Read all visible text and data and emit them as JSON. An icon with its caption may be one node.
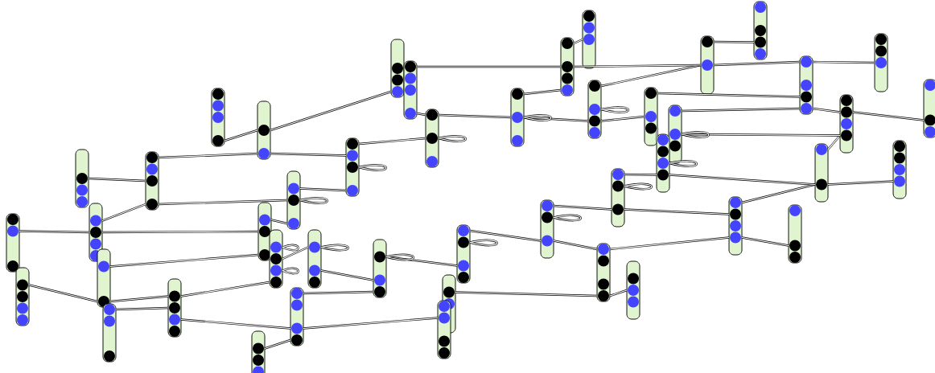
{
  "diagram": {
    "nodes": [
      {
        "text": [],
        "shape": "bar"
      },
      {
        "text": [],
        "shape": "bar"
      },
      {
        "text": [],
        "shape": "bar"
      },
      {
        "text": [],
        "shape": "bar"
      },
      {
        "text": [],
        "shape": "bar"
      },
      {
        "text": [],
        "shape": "bar"
      },
      {
        "text": [],
        "shape": "bar"
      },
      {
        "text": [],
        "shape": "bar"
      },
      {
        "text": [],
        "shape": "bar"
      },
      {
        "text": [],
        "shape": "bar"
      },
      {
        "text": [],
        "shape": "bar"
      },
      {
        "text": [],
        "shape": "bar"
      },
      {
        "text": [],
        "shape": "bar"
      },
      {
        "text": [],
        "shape": "bar"
      },
      {
        "text": [],
        "shape": "bar"
      },
      {
        "text": [],
        "shape": "bar"
      },
      {
        "text": [],
        "shape": "bar"
      },
      {
        "text": [],
        "shape": "bar"
      },
      {
        "text": [],
        "shape": "bar"
      },
      {
        "text": [],
        "shape": "bar"
      },
      {
        "text": [],
        "shape": "bar"
      },
      {
        "text": [],
        "shape": "bar"
      },
      {
        "text": [],
        "shape": "bar"
      },
      {
        "text": [],
        "shape": "bar"
      },
      {
        "text": [],
        "shape": "bar"
      },
      {
        "text": [],
        "shape": "bar"
      },
      {
        "text": [],
        "shape": "bar"
      },
      {
        "text": [],
        "shape": "bar"
      },
      {
        "text": [],
        "shape": "bar"
      },
      {
        "text": [],
        "shape": "bar"
      },
      {
        "text": [],
        "shape": "bar"
      },
      {
        "text": [],
        "shape": "bar"
      },
      {
        "text": [],
        "shape": "bar"
      },
      {
        "text": [],
        "shape": "bar"
      },
      {
        "text": [],
        "shape": "bar"
      },
      {
        "text": [],
        "shape": "bar"
      },
      {
        "text": [],
        "shape": "bar"
      },
      {
        "text": [],
        "shape": "bar"
      },
      {
        "text": [],
        "shape": "bar"
      },
      {
        "text": [],
        "shape": "bar"
      },
      {
        "text": [],
        "shape": "bar"
      },
      {
        "text": [],
        "shape": "bar"
      },
      {
        "text": [],
        "shape": "bar"
      },
      {
        "text": [],
        "shape": "bar"
      },
      {
        "text": [],
        "shape": "bar"
      }
    ],
    "edges": [
      {
        "from": 0,
        "to": 1,
        "arrow": "none"
      },
      {
        "from": 1,
        "to": 3,
        "arrow": "none"
      },
      {
        "from": 1,
        "to": 19,
        "arrow": "none"
      },
      {
        "from": 1,
        "to": 16,
        "arrow": "none"
      },
      {
        "from": 2,
        "to": 3,
        "arrow": "none"
      },
      {
        "from": 3,
        "to": 4,
        "arrow": "none"
      },
      {
        "from": 3,
        "to": 6,
        "arrow": "none"
      },
      {
        "from": 5,
        "to": 6,
        "arrow": "none"
      },
      {
        "from": 6,
        "to": 7,
        "arrow": "none"
      },
      {
        "from": 7,
        "to": 4,
        "arrow": "none"
      },
      {
        "from": 9,
        "to": 7,
        "arrow": "none"
      },
      {
        "from": 10,
        "to": 9,
        "arrow": "none"
      },
      {
        "from": 9,
        "to": 11,
        "arrow": "none"
      },
      {
        "from": 11,
        "to": 8,
        "arrow": "none"
      },
      {
        "from": 11,
        "to": 14,
        "arrow": "none"
      },
      {
        "from": 13,
        "to": 11,
        "arrow": "none"
      },
      {
        "from": 15,
        "to": 14,
        "arrow": "none"
      },
      {
        "from": 14,
        "to": 27,
        "arrow": "none"
      },
      {
        "from": 14,
        "to": 31,
        "arrow": "none"
      },
      {
        "from": 12,
        "to": 27,
        "arrow": "none"
      },
      {
        "from": 8,
        "to": 12,
        "arrow": "none"
      },
      {
        "from": 27,
        "to": 26,
        "arrow": "none"
      },
      {
        "from": 26,
        "to": 25,
        "arrow": "none"
      },
      {
        "from": 25,
        "to": 24,
        "arrow": "none"
      },
      {
        "from": 25,
        "to": 28,
        "arrow": "none"
      },
      {
        "from": 28,
        "to": 29,
        "arrow": "none"
      },
      {
        "from": 30,
        "to": 28,
        "arrow": "none"
      },
      {
        "from": 28,
        "to": 43,
        "arrow": "none"
      },
      {
        "from": 24,
        "to": 40,
        "arrow": "none"
      },
      {
        "from": 24,
        "to": 43,
        "arrow": "none"
      },
      {
        "from": 43,
        "to": 41,
        "arrow": "none"
      },
      {
        "from": 43,
        "to": 44,
        "arrow": "none"
      },
      {
        "from": 40,
        "to": 41,
        "arrow": "none"
      },
      {
        "from": 41,
        "to": 42,
        "arrow": "none"
      },
      {
        "from": 41,
        "to": 37,
        "arrow": "none"
      },
      {
        "from": 37,
        "to": 36,
        "arrow": "none"
      },
      {
        "from": 39,
        "to": 37,
        "arrow": "none"
      },
      {
        "from": 34,
        "to": 37,
        "arrow": "none"
      },
      {
        "from": 34,
        "to": 35,
        "arrow": "none"
      },
      {
        "from": 32,
        "to": 34,
        "arrow": "none"
      },
      {
        "from": 32,
        "to": 33,
        "arrow": "none"
      },
      {
        "from": 39,
        "to": 34,
        "arrow": "none"
      },
      {
        "from": 23,
        "to": 32,
        "arrow": "none"
      },
      {
        "from": 21,
        "to": 32,
        "arrow": "none"
      },
      {
        "from": 21,
        "to": 22,
        "arrow": "none"
      },
      {
        "from": 21,
        "to": 20,
        "arrow": "none"
      },
      {
        "from": 17,
        "to": 21,
        "arrow": "none"
      },
      {
        "from": 17,
        "to": 18,
        "arrow": "none"
      },
      {
        "from": 18,
        "to": 20,
        "arrow": "none"
      },
      {
        "from": 19,
        "to": 18,
        "arrow": "none"
      },
      {
        "from": 4,
        "to": 19,
        "arrow": "none"
      },
      {
        "from": 20,
        "to": 23,
        "arrow": "none"
      },
      {
        "from": 23,
        "to": 38,
        "arrow": "none"
      },
      {
        "from": 38,
        "to": 34,
        "arrow": "none"
      },
      {
        "from": 38,
        "to": 40,
        "arrow": "none"
      },
      {
        "from": 4,
        "to": 4,
        "arrow": "none"
      },
      {
        "from": 8,
        "to": 8,
        "arrow": "none"
      },
      {
        "from": 8,
        "to": 8,
        "arrow": "none"
      },
      {
        "from": 12,
        "to": 12,
        "arrow": "none"
      },
      {
        "from": 27,
        "to": 27,
        "arrow": "none"
      },
      {
        "from": 26,
        "to": 26,
        "arrow": "none"
      },
      {
        "from": 25,
        "to": 25,
        "arrow": "none"
      },
      {
        "from": 24,
        "to": 24,
        "arrow": "none"
      },
      {
        "from": 19,
        "to": 19,
        "arrow": "none"
      },
      {
        "from": 18,
        "to": 18,
        "arrow": "none"
      },
      {
        "from": 20,
        "to": 20,
        "arrow": "none"
      },
      {
        "from": 23,
        "to": 23,
        "arrow": "none"
      },
      {
        "from": 39,
        "to": 39,
        "arrow": "none"
      },
      {
        "from": 40,
        "to": 40,
        "arrow": "none"
      }
    ]
  }
}
